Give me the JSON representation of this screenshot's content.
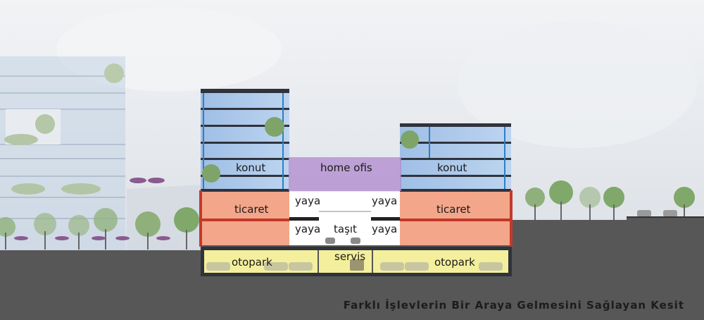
{
  "labels": {
    "konut_left": "konut",
    "konut_right": "konut",
    "home_ofis": "home ofis",
    "ticaret_left": "ticaret",
    "ticaret_right": "ticaret",
    "yaya_top_left": "yaya",
    "yaya_top_right": "yaya",
    "yaya_mid_left": "yaya",
    "yaya_mid_right": "yaya",
    "tasit": "taşıt",
    "servis": "servis",
    "otopark_left": "otopark",
    "otopark_right": "otopark"
  },
  "caption": "Farklı İşlevlerin Bir Araya Gelmesini Sağlayan Kesit",
  "colors": {
    "sky": "#e3e7ec",
    "ground": "#555555",
    "glass": "#a9c7ea",
    "commercial": "#f3a68a",
    "parking": "#f4ef9c",
    "home_office": "#b38fcf",
    "slab": "#2f333b",
    "tree": "#7fa86a"
  }
}
